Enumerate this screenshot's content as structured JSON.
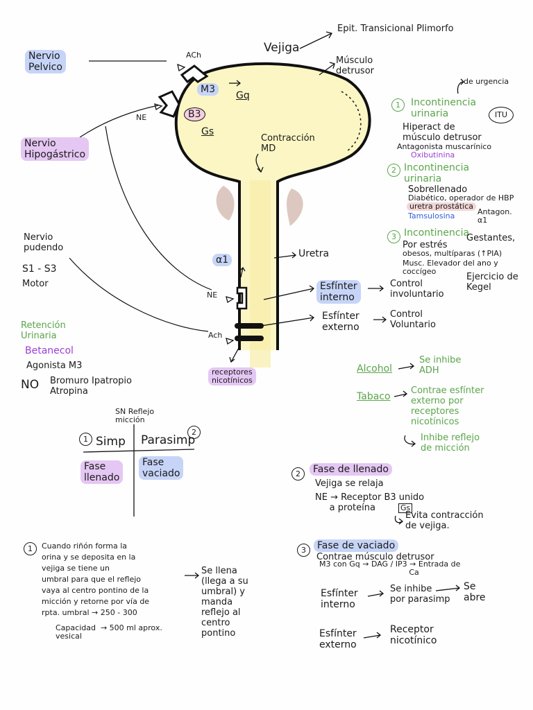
{
  "colors": {
    "bladder_fill": "#fbf6c4",
    "urethra_glow": "#f8eda8",
    "prostate": "#dcc8c0",
    "highlight_purple": "#e5c7f3",
    "highlight_blue": "#c6d4f7",
    "green_text": "#5aa54a",
    "purple_text": "#9a3fd0",
    "blue_text": "#2f5fd6"
  },
  "diagram": {
    "nervio_pelvico": "Nervio\nPelvico",
    "ach_top": "ACh",
    "m3": "M3",
    "gq": "Gq",
    "ne_top": "NE",
    "b3": "B3",
    "gs": "Gs",
    "nervio_hipogastrico": "Nervio\nHipogástrico",
    "vejiga": "Vejiga",
    "epit": "Epit. Transicional Plimorfo",
    "musculo_detrusor": "Músculo\ndetrusor",
    "contraccion": "Contracción\nMD",
    "nervio_pudendo": "Nervio\npudendo",
    "s1_s3": "S1 - S3",
    "motor": "Motor",
    "alpha1": "α1",
    "uretra": "Uretra",
    "ne_bottom": "NE",
    "esfinter_interno": "Esfínter\ninterno",
    "control_involuntario": "Control\ninvoluntario",
    "esfinter_externo": "Esfínter\nexterno",
    "control_voluntario": "Control\nVoluntario",
    "ach_bottom": "Ach",
    "receptores_nicotinicos": "receptores\nnicotínicos"
  },
  "retencion": {
    "title": "Retención\nUrinaria",
    "betanecol": "Betanecol",
    "agonista": "Agonista M3",
    "no": "NO",
    "bromuro": "Bromuro Ipatropio\nAtropina"
  },
  "incontinencia": {
    "de_urgencia": "de urgencia",
    "n1": "1",
    "title1": "Incontinencia\nurinaria",
    "itu": "ITU",
    "hiperact": "Hiperact de\nmúsculo detrusor",
    "antagonista": "Antagonista muscarínico",
    "oxibutinina": "Oxibutinina",
    "n2": "2",
    "title2": "Incontinencia\nurinaria",
    "sobrellenado": "Sobrellenado",
    "diabetico": "Diabético, operador de HBP",
    "uretra_prostatica": "uretra prostática",
    "tamsulosina": "Tamsulosina",
    "antagon": "Antagon.\nα1",
    "n3": "3",
    "title3": "Incontinencia",
    "por_estres": "Por estrés",
    "gestantes": "Gestantes,",
    "obesos": "obesos, multíparas (↑PIA)",
    "musc": "Musc. Elevador del ano y\ncoccígeo",
    "ejercicio": "Ejercicio de\nKegel"
  },
  "alcohol_tabaco": {
    "alcohol": "Alcohol",
    "se_inhibe": "Se inhibe\nADH",
    "tabaco": "Tabaco",
    "contrae": "Contrae esfínter\nexterno por\nreceptores\nnicotínicos",
    "inhibe_reflejo": "Inhibe reflejo\nde micción"
  },
  "sn_table": {
    "title": "SN Reflejo\nmicción",
    "n1": "1",
    "n2": "2",
    "col1": "Simp",
    "col2": "Parasimp",
    "fase_llenado": "Fase\nllenado",
    "fase_vaciado": "Fase\nvaciado"
  },
  "fase_llenado": {
    "n": "2",
    "title": "Fase de llenado",
    "line1": "Vejiga se relaja",
    "line2": "NE → Receptor B3 unido\n     a proteína",
    "gs": "Gs",
    "line3": "Evita contracción\nde vejiga."
  },
  "cuando": {
    "n": "1",
    "text": "Cuando riñón forma la\norina y se deposita en la\nvejiga se tiene un\numbral para que el reflejo\nvaya al centro pontino de la\nmicción y retorne por vía de\nrpta. umbral → 250 - 300",
    "capacidad": "Capacidad  → 500 ml aprox.\nvesical",
    "se_llena": "Se llena\n(llega a su\numbral) y\nmanda\nreflejo al\ncentro\npontino"
  },
  "fase_vaciado": {
    "n": "3",
    "title": "Fase de vaciado",
    "line1": "Contrae músculo detrusor",
    "line2": "M3 con Gq → DAG / IP3 → Entrada de\n                                     Ca",
    "esf_interno": "Esfínter\ninterno",
    "se_inhibe": "Se inhibe\npor parasimp",
    "se_abre": "Se\nabre",
    "esf_externo": "Esfínter\nexterno",
    "receptor": "Receptor\nnicotínico"
  }
}
